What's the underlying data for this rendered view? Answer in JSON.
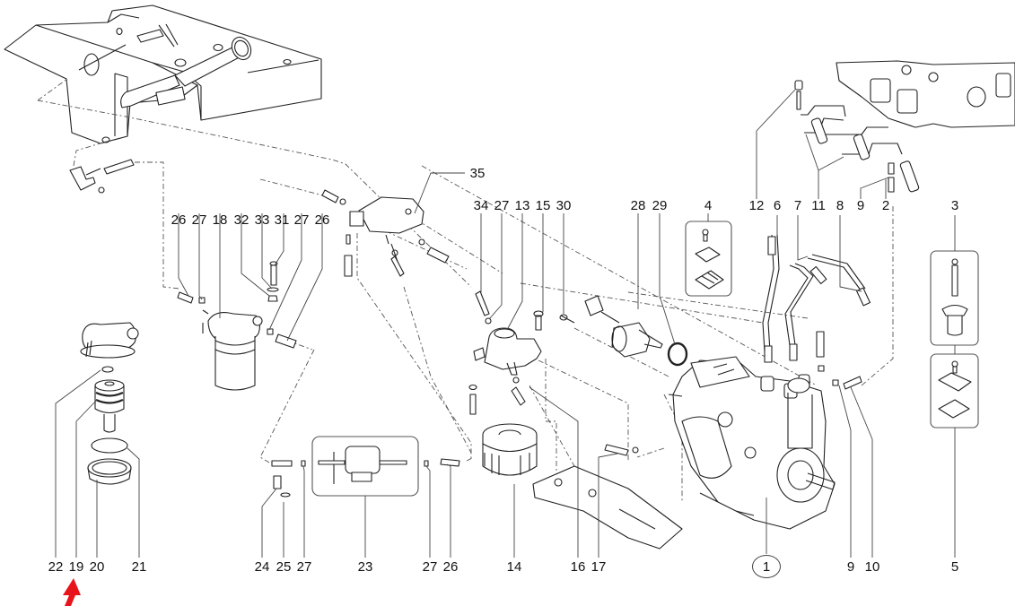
{
  "diagram": {
    "title": "Fuel system exploded parts diagram",
    "callouts": [
      {
        "id": "c22a",
        "label": "22",
        "part": "o-ring"
      },
      {
        "id": "c19a",
        "label": "19",
        "part": "filter element",
        "highlighted": true
      },
      {
        "id": "c20a",
        "label": "20",
        "part": "ring nut"
      },
      {
        "id": "c21a",
        "label": "21",
        "part": "seal ring"
      },
      {
        "id": "c24a",
        "label": "24",
        "part": "screw"
      },
      {
        "id": "c25a",
        "label": "25",
        "part": "washer"
      },
      {
        "id": "c27a",
        "label": "27",
        "part": "clamp"
      },
      {
        "id": "c23a",
        "label": "23",
        "part": "electric fuel pump"
      },
      {
        "id": "c27b",
        "label": "27",
        "part": "clamp"
      },
      {
        "id": "c26a",
        "label": "26",
        "part": "hose"
      },
      {
        "id": "c14a",
        "label": "14",
        "part": "fuel filter cartridge"
      },
      {
        "id": "c16a",
        "label": "16",
        "part": "hose"
      },
      {
        "id": "c17a",
        "label": "17",
        "part": "hose"
      },
      {
        "id": "c1a",
        "label": "1",
        "part": "injection pump",
        "circled": true
      },
      {
        "id": "c9a",
        "label": "9",
        "part": "clamp"
      },
      {
        "id": "c10a",
        "label": "10",
        "part": "leak-off pipe"
      },
      {
        "id": "c5a",
        "label": "5",
        "part": "bracket kit"
      },
      {
        "id": "c26b",
        "label": "26",
        "part": "hose"
      },
      {
        "id": "c27c",
        "label": "27",
        "part": "clamp"
      },
      {
        "id": "c18a",
        "label": "18",
        "part": "pre-filter"
      },
      {
        "id": "c32a",
        "label": "32",
        "part": "washer"
      },
      {
        "id": "c33a",
        "label": "33",
        "part": "nut"
      },
      {
        "id": "c31a",
        "label": "31",
        "part": "bolt"
      },
      {
        "id": "c27d",
        "label": "27",
        "part": "clamp"
      },
      {
        "id": "c26c",
        "label": "26",
        "part": "hose"
      },
      {
        "id": "c35a",
        "label": "35",
        "part": "pump bracket"
      },
      {
        "id": "c34a",
        "label": "34",
        "part": "hose"
      },
      {
        "id": "c27e",
        "label": "27",
        "part": "clamp"
      },
      {
        "id": "c13a",
        "label": "13",
        "part": "filter head"
      },
      {
        "id": "c15a",
        "label": "15",
        "part": "banjo bolt"
      },
      {
        "id": "c30a",
        "label": "30",
        "part": "screw"
      },
      {
        "id": "c28a",
        "label": "28",
        "part": "stop solenoid"
      },
      {
        "id": "c29a",
        "label": "29",
        "part": "o-ring"
      },
      {
        "id": "c4a",
        "label": "4",
        "part": "bracket kit"
      },
      {
        "id": "c12a",
        "label": "12",
        "part": "cap"
      },
      {
        "id": "c6a",
        "label": "6",
        "part": "injection pipe"
      },
      {
        "id": "c7a",
        "label": "7",
        "part": "injection pipe"
      },
      {
        "id": "c11a",
        "label": "11",
        "part": "leak-off pipe"
      },
      {
        "id": "c8a",
        "label": "8",
        "part": "injection pipe"
      },
      {
        "id": "c9b",
        "label": "9",
        "part": "clamp"
      },
      {
        "id": "c2a",
        "label": "2",
        "part": "injector"
      },
      {
        "id": "c3a",
        "label": "3",
        "part": "injector kit"
      }
    ],
    "highlight": {
      "color": "#e8141b",
      "target": "19"
    },
    "line_color": "#333333"
  }
}
